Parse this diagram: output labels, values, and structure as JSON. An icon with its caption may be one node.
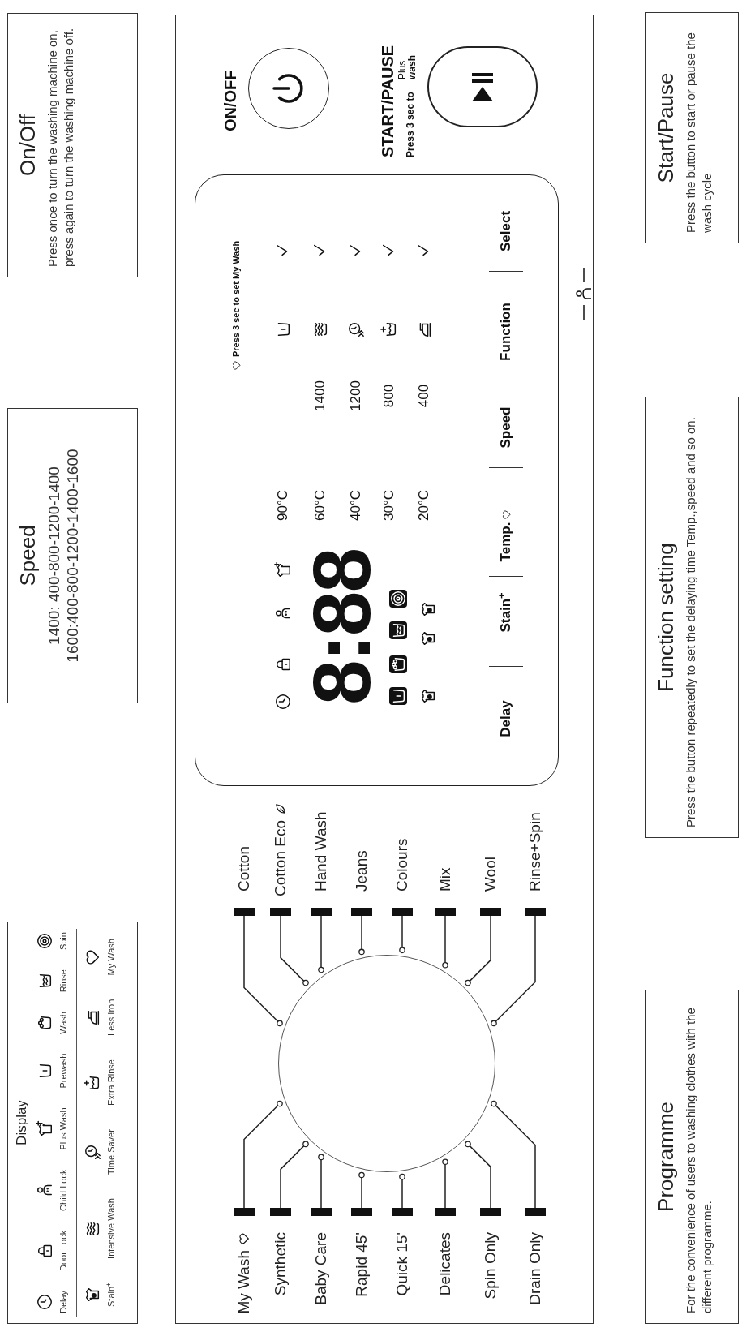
{
  "diagram": {
    "nodes": [
      {
        "text": [
          "Display"
        ]
      },
      {
        "text": [
          "Speed",
          "1400: 400-800-1200-1400",
          "1600:400-800-1200-1400-1600"
        ]
      },
      {
        "text": [
          "On/Off",
          "Press once to turn the washing machine on, press again to turn the washing machine off."
        ]
      },
      {
        "text": [
          "ON/OFF",
          "START/PAUSE",
          "Press 3 sec to",
          "Plus",
          "wash"
        ]
      },
      {
        "text": [
          "Press 3 sec to set My Wash",
          "8:88",
          "90°C",
          "60°C",
          "40°C",
          "30°C",
          "20°C",
          "1400",
          "1200",
          "800",
          "400",
          "Delay",
          "Stain$^{+}$",
          "Temp.",
          "Speed",
          "Function",
          "Select"
        ],
        "in": 3
      },
      {
        "text": [
          "My Wash"
        ],
        "in": 3
      },
      {
        "text": [
          "Synthetic"
        ],
        "in": 3
      },
      {
        "text": [
          "Baby Care"
        ],
        "in": 3
      },
      {
        "text": [
          "Rapid 45'"
        ],
        "in": 3
      },
      {
        "text": [
          "Quick 15'"
        ],
        "in": 3
      },
      {
        "text": [
          "Delicates"
        ],
        "in": 3
      },
      {
        "text": [
          "Spin Only"
        ],
        "in": 3
      },
      {
        "text": [
          "Drain Only"
        ],
        "in": 3
      },
      {
        "text": [],
        "shape": "circle",
        "in": 3
      },
      {
        "text": [
          "Cotton"
        ],
        "in": 3
      },
      {
        "text": [
          "Cotton Eco"
        ],
        "in": 3
      },
      {
        "text": [
          "Hand Wash"
        ],
        "in": 3
      },
      {
        "text": [
          "Jeans"
        ],
        "in": 3
      },
      {
        "text": [
          "Colours"
        ],
        "in": 3
      },
      {
        "text": [
          "Mix"
        ],
        "in": 3
      },
      {
        "text": [
          "Wool"
        ],
        "in": 3
      },
      {
        "text": [
          "Rinse+Spin"
        ],
        "in": 3
      },
      {
        "text": [
          "Programme",
          "For the convenience of users to washing clothes with the different programme."
        ]
      },
      {
        "text": [
          "Function setting",
          "Press the button repeatedly to set the delaying time Temp.,speed and so on."
        ]
      },
      {
        "text": [
          "Start/Pause",
          "Press the button to start or pause the wash cycle"
        ]
      }
    ],
    "edges": [
      {
        "from": 5,
        "to": 13,
        "arrow": "other"
      },
      {
        "from": 6,
        "to": 13,
        "arrow": "other"
      },
      {
        "from": 7,
        "to": 13,
        "arrow": "other"
      },
      {
        "from": 8,
        "to": 13,
        "arrow": "other"
      },
      {
        "from": 9,
        "to": 13,
        "arrow": "other"
      },
      {
        "from": 10,
        "to": 13,
        "arrow": "other"
      },
      {
        "from": 11,
        "to": 13,
        "arrow": "other"
      },
      {
        "from": 12,
        "to": 13,
        "arrow": "other"
      },
      {
        "from": 14,
        "to": 13,
        "arrow": "other"
      },
      {
        "from": 15,
        "to": 13,
        "arrow": "other"
      },
      {
        "from": 16,
        "to": 13,
        "arrow": "other"
      },
      {
        "from": 17,
        "to": 13,
        "arrow": "other"
      },
      {
        "from": 18,
        "to": 13,
        "arrow": "other"
      },
      {
        "from": 19,
        "to": 13,
        "arrow": "other"
      },
      {
        "from": 20,
        "to": 13,
        "arrow": "other"
      },
      {
        "from": 21,
        "to": 13,
        "arrow": "other"
      }
    ],
    "legend": [
      {
        "text": "Delay"
      },
      {
        "text": "Door Lock"
      },
      {
        "text": "Child Lock"
      },
      {
        "text": "Plus Wash"
      },
      {
        "text": "Prewash"
      },
      {
        "text": "Wash"
      },
      {
        "text": "Rinse"
      },
      {
        "text": "Spin"
      },
      {
        "text": "Stain$^{+}$"
      },
      {
        "text": "Intensive Wash"
      },
      {
        "text": "Time Saver"
      },
      {
        "text": "Extra Rinse"
      },
      {
        "text": "Less Iron"
      },
      {
        "text": "My Wash"
      }
    ]
  }
}
